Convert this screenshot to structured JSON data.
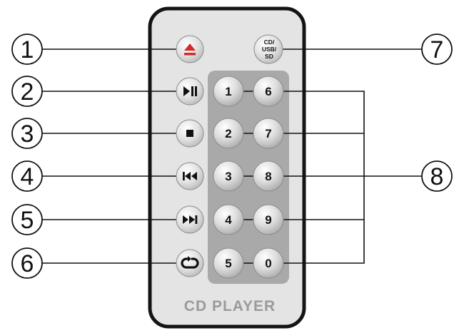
{
  "remote": {
    "brand_label": "CD PLAYER",
    "source_button_lines": [
      "CD/",
      "USB/",
      "SD"
    ]
  },
  "keypad": {
    "left_column": [
      "1",
      "2",
      "3",
      "4",
      "5"
    ],
    "right_column": [
      "6",
      "7",
      "8",
      "9",
      "0"
    ]
  },
  "buttons": [
    {
      "name": "eject",
      "icon": "eject-icon",
      "color": "#d42a2a"
    },
    {
      "name": "play-pause",
      "icon": "play-pause-icon",
      "color": "#111111"
    },
    {
      "name": "stop",
      "icon": "stop-icon",
      "color": "#111111"
    },
    {
      "name": "previous",
      "icon": "skip-previous-icon",
      "color": "#111111"
    },
    {
      "name": "next",
      "icon": "skip-next-icon",
      "color": "#111111"
    },
    {
      "name": "repeat",
      "icon": "repeat-icon",
      "color": "#111111"
    }
  ],
  "callouts": [
    "1",
    "2",
    "3",
    "4",
    "5",
    "6",
    "7",
    "8"
  ],
  "colors": {
    "body_fill": "#e4e4e4",
    "body_stroke": "#141414",
    "keypad_panel": "#a9a9a9",
    "button_fill": "#dcdcdc",
    "eject_red": "#d42a2a"
  }
}
